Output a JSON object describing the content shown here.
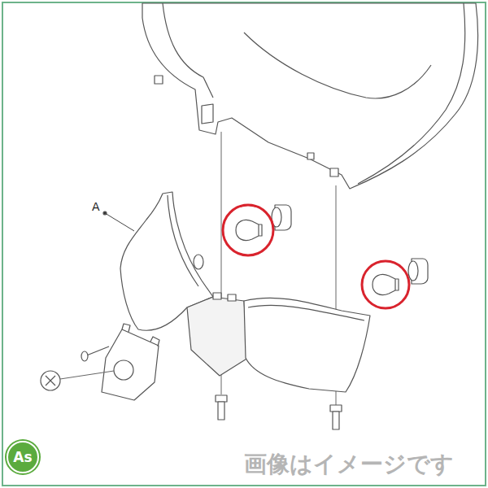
{
  "diagram": {
    "nodes": [
      {
        "text": [
          "As"
        ]
      }
    ],
    "labels": [
      "A",
      "画像はイメージです"
    ]
  }
}
